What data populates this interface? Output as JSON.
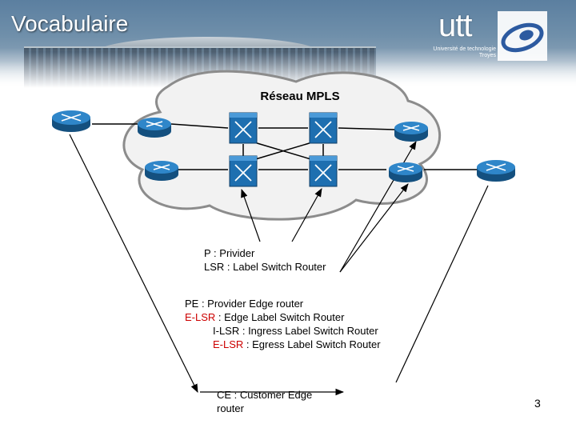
{
  "slide": {
    "title": "Vocabulaire",
    "page_number": "3"
  },
  "logo": {
    "brand": "utt",
    "subtitle_line1": "Université de technologie",
    "subtitle_line2": "Troyes"
  },
  "diagram": {
    "cloud_label": "Réseau MPLS",
    "p_label": "P : Privider",
    "lsr_label": "LSR : Label Switch Router",
    "pe_label": "PE : Provider Edge router",
    "elsr_prefix": "E-LSR",
    "elsr_suffix": " : Edge Label Switch Router",
    "ilsr_label": "I-LSR : Ingress Label Switch Router",
    "egress_prefix": "E-LSR",
    "egress_suffix": " : Egress Label Switch Router",
    "ce_line1": "CE : Customer Edge",
    "ce_line2": "router"
  },
  "colors": {
    "router_blue": "#1e6fb0",
    "label_red": "#cc0000",
    "cloud_fill": "#f2f2f2",
    "cloud_stroke": "#8c8c8c"
  },
  "icons": {
    "router": "router-icon",
    "switch": "label-switch-router-icon"
  }
}
